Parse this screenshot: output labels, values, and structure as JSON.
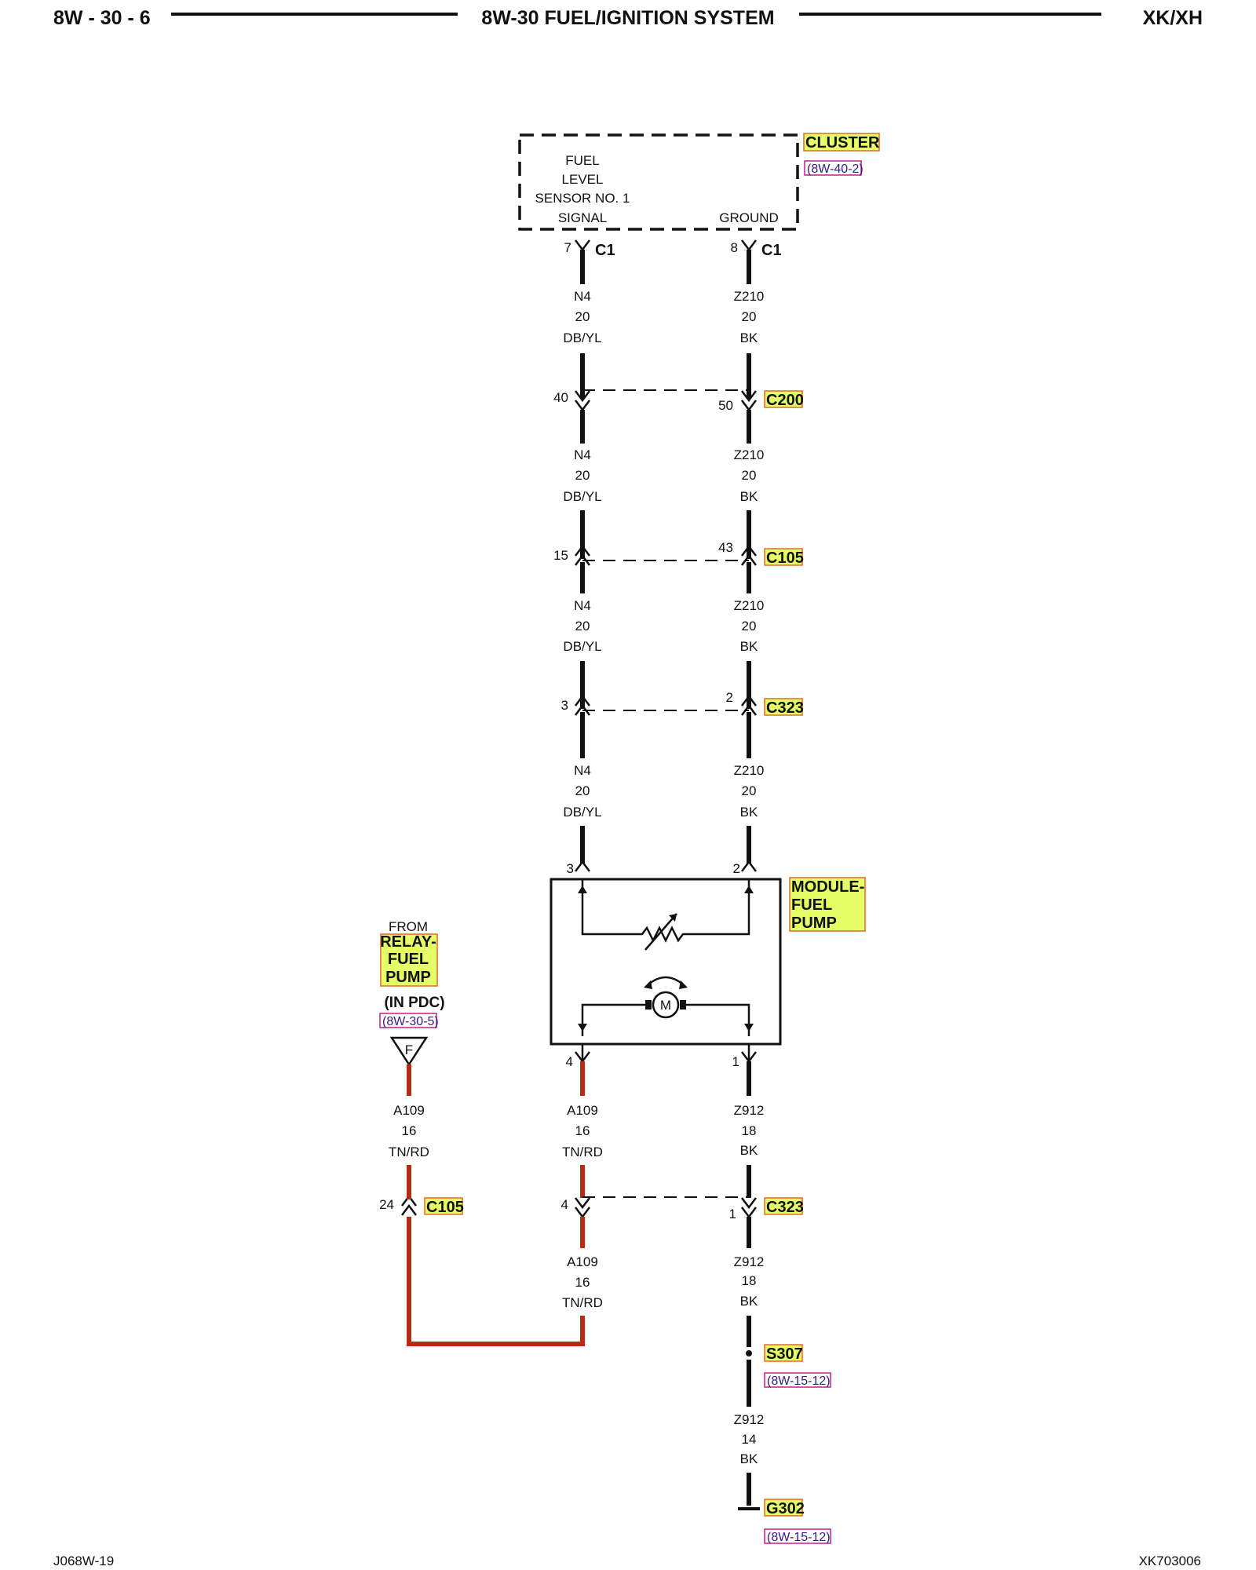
{
  "header": {
    "page_number": "8W - 30 - 6",
    "title": "8W-30 FUEL/IGNITION SYSTEM",
    "model": "XK/XH"
  },
  "footer": {
    "left_code": "J068W-19",
    "right_code": "XK703006"
  },
  "cluster": {
    "name": "CLUSTER",
    "ref": "(8W-40-2)",
    "line1": "FUEL",
    "line2": "LEVEL",
    "line3": "SENSOR NO. 1",
    "signal_label": "SIGNAL",
    "ground_label": "GROUND",
    "pin_signal": "7",
    "pin_ground": "8",
    "connector_left": "C1",
    "connector_right": "C1"
  },
  "wires": {
    "n4": {
      "circuit": "N4",
      "gauge": "20",
      "color": "DB/YL"
    },
    "z210": {
      "circuit": "Z210",
      "gauge": "20",
      "color": "BK"
    },
    "a109": {
      "circuit": "A109",
      "gauge": "16",
      "color": "TN/RD"
    },
    "z912_18": {
      "circuit": "Z912",
      "gauge": "18",
      "color": "BK"
    },
    "z912_14": {
      "circuit": "Z912",
      "gauge": "14",
      "color": "BK"
    }
  },
  "connectors": {
    "c200": {
      "name": "C200",
      "pin_left": "40",
      "pin_right": "50"
    },
    "c105_upper": {
      "name": "C105",
      "pin_left": "15",
      "pin_right": "43"
    },
    "c323_upper": {
      "name": "C323",
      "pin_left": "3",
      "pin_right": "2"
    },
    "c105_lower": {
      "name": "C105",
      "pin": "24"
    },
    "c323_lower": {
      "name": "C323",
      "pin_left": "4",
      "pin_right": "1"
    }
  },
  "module": {
    "line1": "MODULE-",
    "line2": "FUEL",
    "line3": "PUMP",
    "pin_top_left": "3",
    "pin_top_right": "2",
    "pin_bottom_left": "4",
    "pin_bottom_right": "1",
    "motor_symbol": "M"
  },
  "relay": {
    "from_label": "FROM",
    "line1": "RELAY-",
    "line2": "FUEL",
    "line3": "PUMP",
    "location": "(IN PDC)",
    "ref": "(8W-30-5)",
    "fuse_symbol": "F"
  },
  "splice": {
    "name": "S307",
    "ref": "(8W-15-12)"
  },
  "ground": {
    "name": "G302",
    "ref": "(8W-15-12)"
  },
  "colors": {
    "highlight": "#e6ff66",
    "highlight_border": "#e06a2a",
    "ref_box": "#c0208a",
    "wire_red": "#b82a12",
    "wire_black": "#111111"
  }
}
